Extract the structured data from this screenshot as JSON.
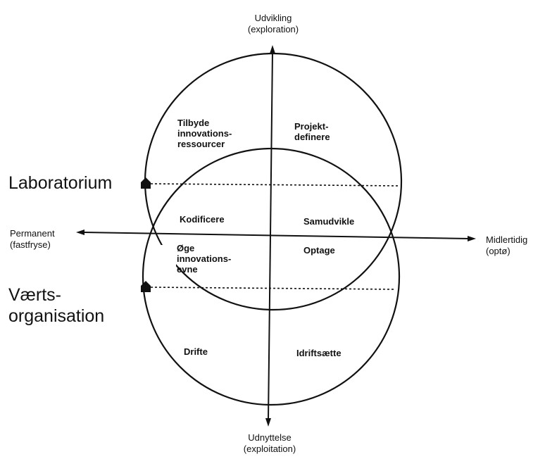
{
  "axes": {
    "top": "Udvikling\n(exploration)",
    "bottom": "Udnyttelse\n(exploitation)",
    "left": "Permanent\n(fastfryse)",
    "right": "Midlertidig\n(optø)"
  },
  "quadrants": {
    "tilbyde": "Tilbyde\ninnovations-\nressourcer",
    "projekt": "Projekt-\ndefinere",
    "kodificere": "Kodificere",
    "samudvikle": "Samudvikle",
    "oege": "Øge\ninnovations-\nevne",
    "optage": "Optage",
    "drifte": "Drifte",
    "idriftsaette": "Idriftsætte"
  },
  "sides": {
    "laboratorium": "Laboratorium",
    "vaerts": "Værts-\norganisation"
  }
}
